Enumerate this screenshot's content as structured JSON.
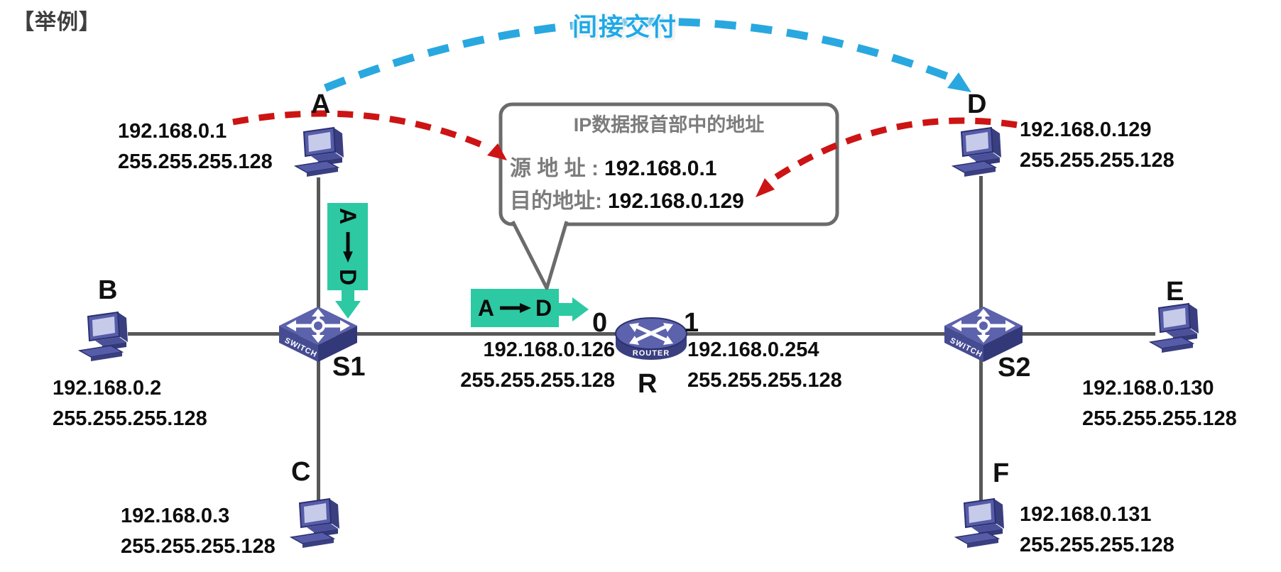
{
  "page": {
    "title": "【举例】"
  },
  "legend": {
    "indirect_delivery": "间接交付"
  },
  "callout": {
    "title": "IP数据报首部中的地址",
    "source_label": "源 地 址 :",
    "source_value": "192.168.0.1",
    "dest_label": "目的地址:",
    "dest_value": "192.168.0.129"
  },
  "packets": {
    "vertical": {
      "from": "A",
      "to": "D"
    },
    "horizontal": {
      "from": "A",
      "to": "D"
    }
  },
  "hosts": [
    {
      "id": "A",
      "ip": "192.168.0.1",
      "mask": "255.255.255.128"
    },
    {
      "id": "B",
      "ip": "192.168.0.2",
      "mask": "255.255.255.128"
    },
    {
      "id": "C",
      "ip": "192.168.0.3",
      "mask": "255.255.255.128"
    },
    {
      "id": "D",
      "ip": "192.168.0.129",
      "mask": "255.255.255.128"
    },
    {
      "id": "E",
      "ip": "192.168.0.130",
      "mask": "255.255.255.128"
    },
    {
      "id": "F",
      "ip": "192.168.0.131",
      "mask": "255.255.255.128"
    }
  ],
  "switches": [
    {
      "id": "S1",
      "device_label": "SWITCH"
    },
    {
      "id": "S2",
      "device_label": "SWITCH"
    }
  ],
  "router": {
    "id": "R",
    "device_label": "ROUTER",
    "port0": {
      "num": "0",
      "ip": "192.168.0.126",
      "mask": "255.255.255.128"
    },
    "port1": {
      "num": "1",
      "ip": "192.168.0.254",
      "mask": "255.255.255.128"
    }
  },
  "colors": {
    "cyan": "#29a8e0",
    "red": "#cc1414",
    "green": "#2cc9a2",
    "device_indigo": "#575ca9",
    "line_gray": "#585858"
  }
}
